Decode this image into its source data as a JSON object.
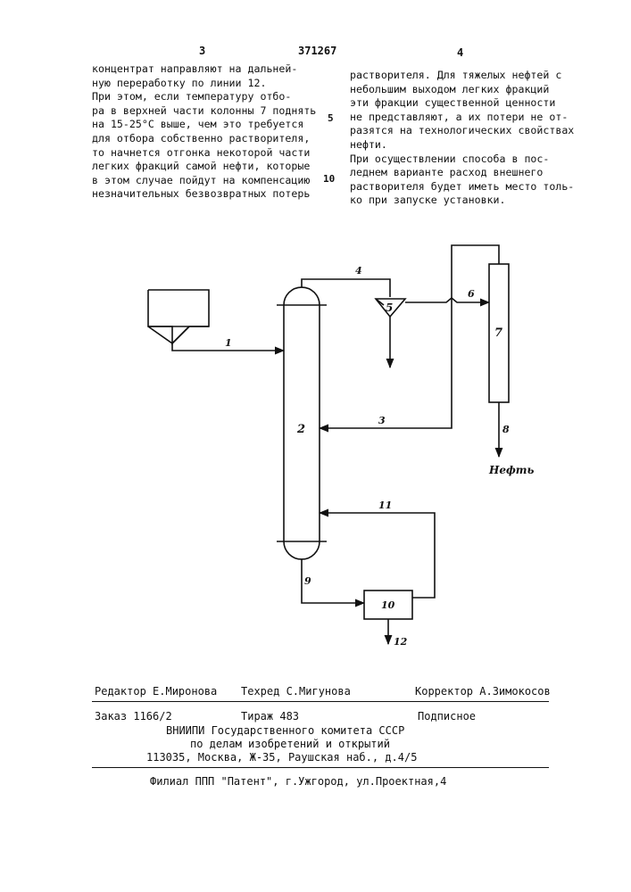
{
  "header": {
    "page_left": "3",
    "patent_number": "371267",
    "page_right": "4"
  },
  "left_column": [
    "концентрат направляют на дальней-",
    "ную переработку по линии 12.",
    "    При этом, если температуру отбо-",
    "ра в верхней части колонны 7 поднять",
    "на 15-25°С выше, чем это требуется",
    "для отбора собственно растворителя,",
    "то начнется отгонка некоторой части",
    "легких фракций самой нефти, которые",
    "в этом случае пойдут на компенсацию",
    "незначительных безвозвратных потерь"
  ],
  "right_column": [
    "растворителя. Для тяжелых нефтей с",
    "небольшим выходом легких фракций",
    "эти фракции существенной ценности",
    "не представляют, а их потери не от-",
    "разятся на технологических свойствах",
    "нефти.",
    "    При осуществлении способа в пос-",
    "леднем варианте расход внешнего",
    "растворителя будет иметь место толь-",
    "ко при запуске установки."
  ],
  "line_numbers": [
    "5",
    "10"
  ],
  "diagram": {
    "labels": {
      "l1": "1",
      "l2": "2",
      "l3": "3",
      "l4": "4",
      "l5": "5",
      "l6": "6",
      "l7": "7",
      "l8": "8",
      "l9": "9",
      "l10": "10",
      "l11": "11",
      "l12": "12",
      "oil": "Нефть"
    }
  },
  "footer": {
    "editor": "Редактор Е.Миронова",
    "techred": "Техред С.Мигунова",
    "corrector": "Корректор А.Зимокосов",
    "order": "Заказ 1166/2",
    "circulation": "Тираж 483",
    "subscription": "Подписное",
    "org1": "ВНИИПИ Государственного комитета СССР",
    "org2": "по делам изобретений и открытий",
    "address": "113035, Москва, Ж-35, Раушская наб., д.4/5",
    "branch": "Филиал ППП \"Патент\", г.Ужгород, ул.Проектная,4"
  }
}
